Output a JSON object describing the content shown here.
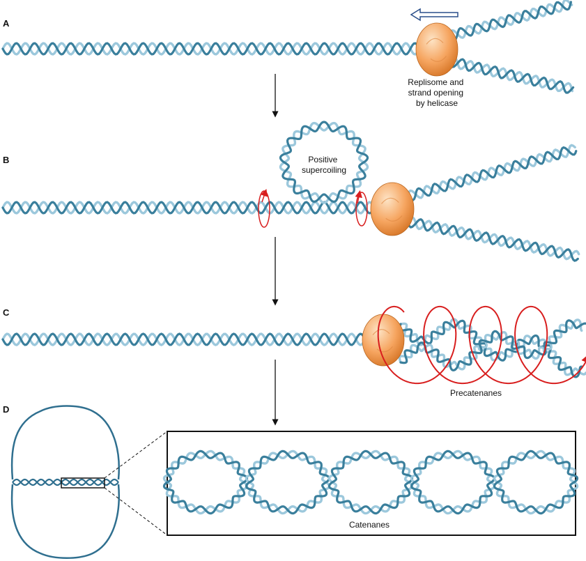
{
  "panels": {
    "a": {
      "letter": "A",
      "caption_lines": [
        "Replisome and",
        "strand opening",
        "by helicase"
      ]
    },
    "b": {
      "letter": "B",
      "caption_lines": [
        "Positive",
        "supercoiling"
      ]
    },
    "c": {
      "letter": "C",
      "caption": "Precatenanes"
    },
    "d": {
      "letter": "D",
      "caption": "Catenanes"
    }
  },
  "colors": {
    "dna_dark": "#3a7f9c",
    "dna_light": "#9cc8dc",
    "replisome_light": "#fcd3a7",
    "replisome_dark": "#e8883a",
    "red": "#d81e1e",
    "chromosome": "#2f6f8f",
    "arrow": "#111111"
  },
  "icons": {
    "replisome": "orange-sphere",
    "direction_arrow": "hollow-left-arrow",
    "rotation": "red-circular-arrow"
  }
}
